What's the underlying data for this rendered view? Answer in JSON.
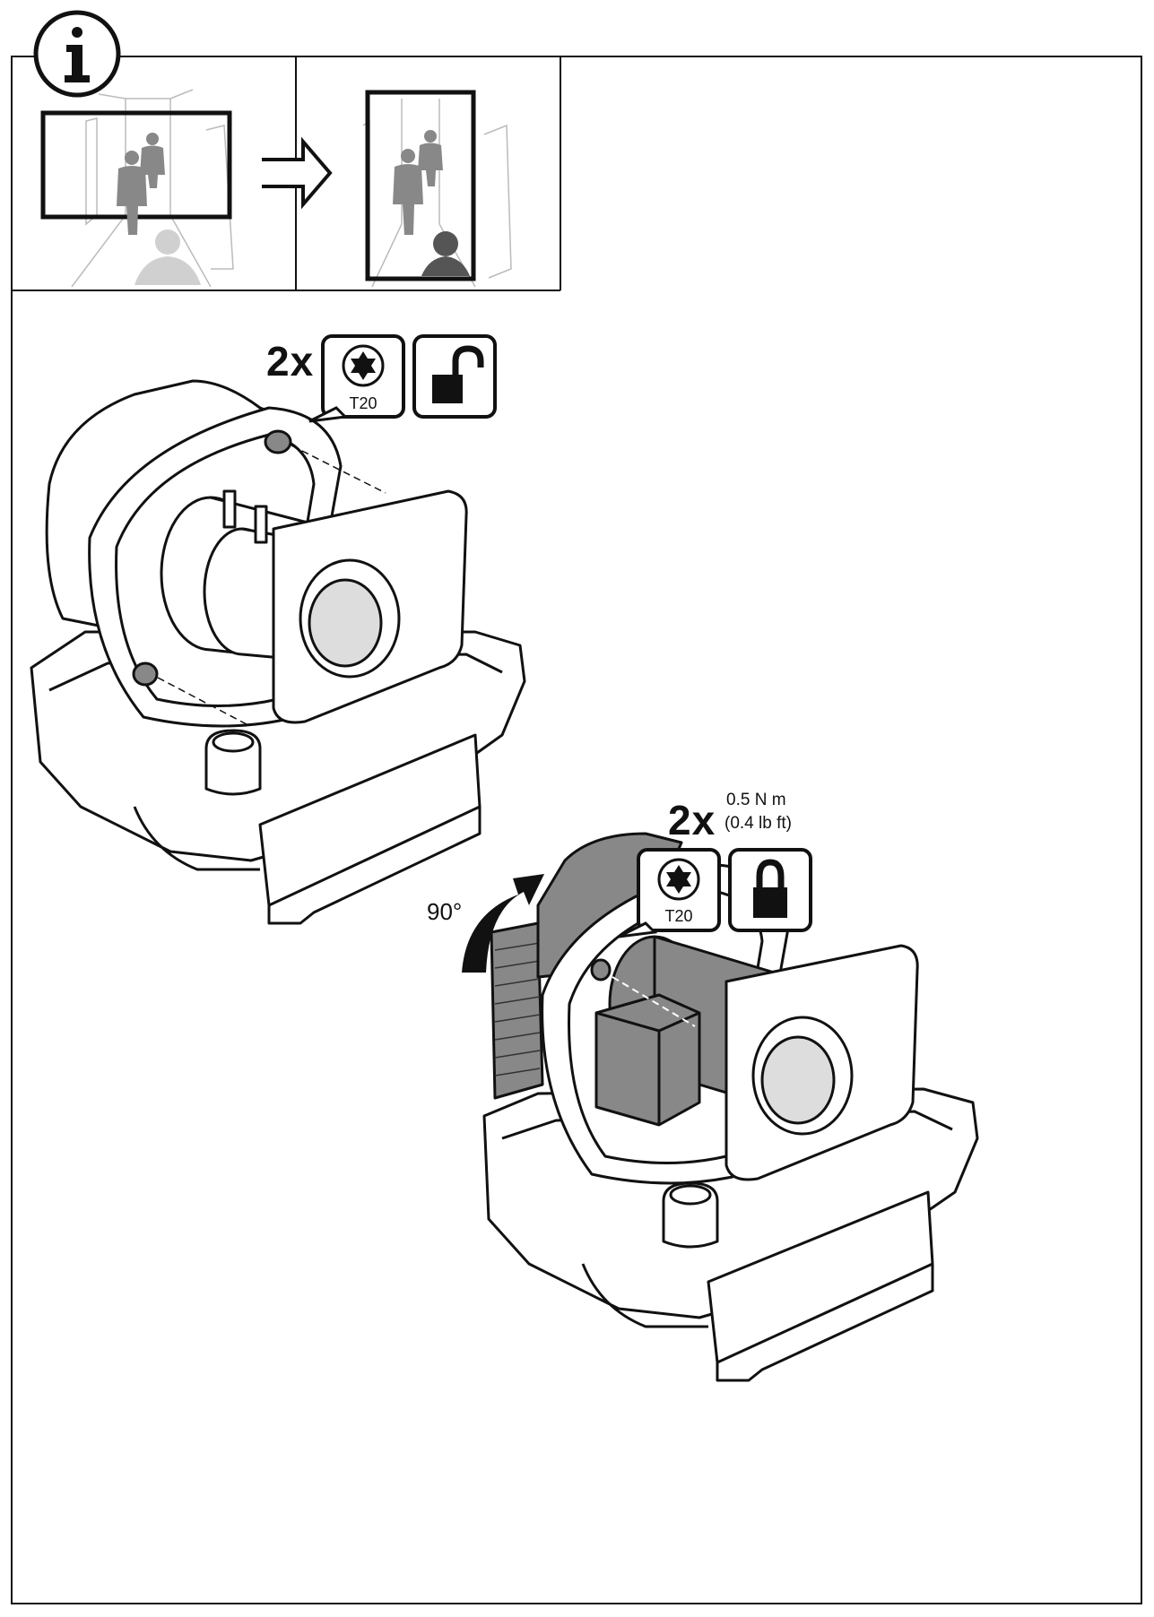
{
  "info_icon": "info-icon",
  "step1": {
    "count": "2x",
    "tool_label": "T20",
    "tool_icon": "torx-bit-icon",
    "action_icon": "unlock-icon"
  },
  "step2": {
    "count": "2x",
    "torque_nm": "0.5 N m",
    "torque_lbft": "(0.4 lb ft)",
    "rotation": "90°",
    "tool_label": "T20",
    "tool_icon": "torx-bit-icon",
    "action_icon": "lock-icon"
  },
  "colors": {
    "line": "#111111",
    "fill_gray": "#8a8a8a",
    "light_gray": "#c8c8c8"
  }
}
